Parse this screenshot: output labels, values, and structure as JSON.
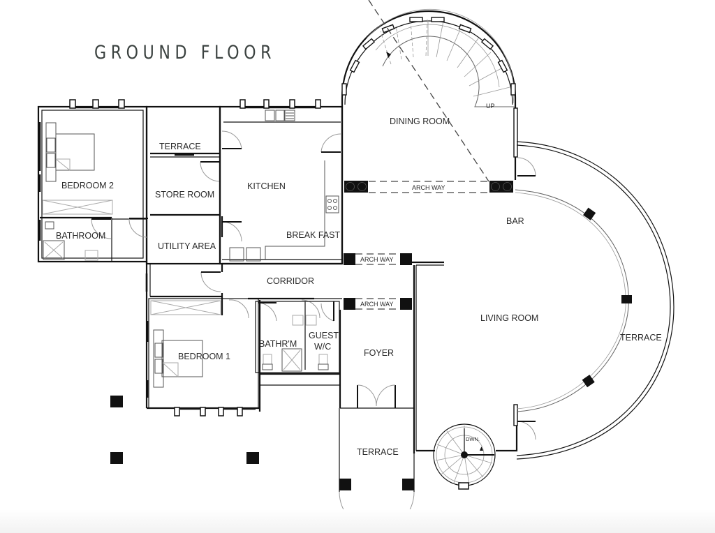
{
  "title": "GROUND FLOOR",
  "colors": {
    "title": "#3b4240",
    "walls": "#111111",
    "door_swing": "#999999",
    "background": "#ffffff"
  },
  "rooms": {
    "bedroom2": "BEDROOM 2",
    "terrace_small": "TERRACE",
    "store_room": "STORE ROOM",
    "kitchen": "KITCHEN",
    "break_fast": "BREAK FAST",
    "bathroom": "BATHROOM",
    "utility_area": "UTILITY AREA",
    "corridor": "CORRIDOR",
    "bedroom1": "BEDROOM 1",
    "bathrm": "BATHR'M",
    "guest_wc_line1": "GUEST",
    "guest_wc_line2": "W/C",
    "foyer": "FOYER",
    "terrace_front": "TERRACE",
    "dining_room": "DINING ROOM",
    "bar": "BAR",
    "living_room": "LIVING ROOM",
    "terrace_curved": "TERRACE"
  },
  "annotations": {
    "arch_way_dining": "ARCH WAY",
    "arch_way_upper": "ARCH WAY",
    "arch_way_lower": "ARCH WAY",
    "stair_up": "UP",
    "stair_down": "DWN."
  }
}
